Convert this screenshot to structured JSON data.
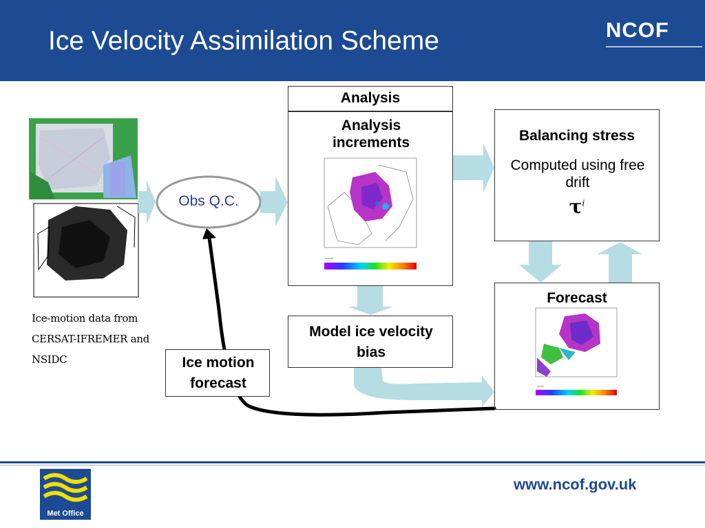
{
  "header": {
    "title": "Ice Velocity Assimilation Scheme",
    "logo_text": "NCOF",
    "background_color": "#1c4a93"
  },
  "observations": {
    "caption": "Ice-motion data from CERSAT-IFREMER and NSIDC"
  },
  "nodes": {
    "obs_qc": "Obs Q.C.",
    "analysis": "Analysis",
    "analysis_increments": "Analysis increments",
    "balancing_stress_title": "Balancing stress",
    "balancing_stress_desc": "Computed using free drift",
    "tau_symbol": "τ",
    "tau_superscript": "i",
    "forecast": "Forecast",
    "model_bias": "Model ice velocity bias",
    "ice_motion_forecast": "Ice motion forecast"
  },
  "colors": {
    "arrow_fill": "#b5dde3",
    "obs_text": "#2e3a9a",
    "url_text": "#1c4a93"
  },
  "footer": {
    "url": "www.ncof.gov.uk",
    "logo_text": "Met Office"
  }
}
